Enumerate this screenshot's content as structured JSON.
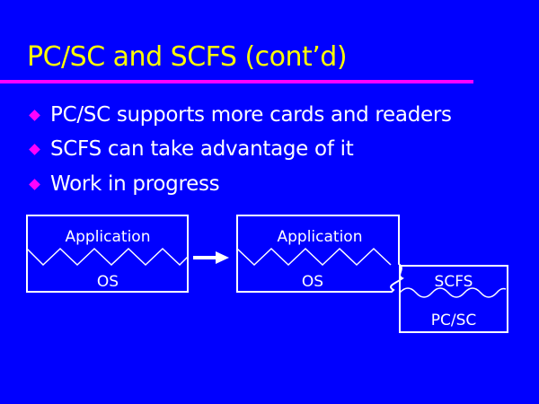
{
  "slide": {
    "title": "PC/SC and SCFS (cont’d)",
    "bullets": [
      "PC/SC supports more cards and readers",
      "SCFS can take advantage of it",
      "Work in progress"
    ]
  },
  "diagram": {
    "before": {
      "top": "Application",
      "bottom": "OS"
    },
    "after": {
      "top": "Application",
      "bottom": "OS",
      "module_top": "SCFS",
      "module_bottom": "PC/SC"
    }
  },
  "colors": {
    "background": "#0000ff",
    "title": "#ffff00",
    "accent": "#ff00ff",
    "text": "#ffffff"
  }
}
